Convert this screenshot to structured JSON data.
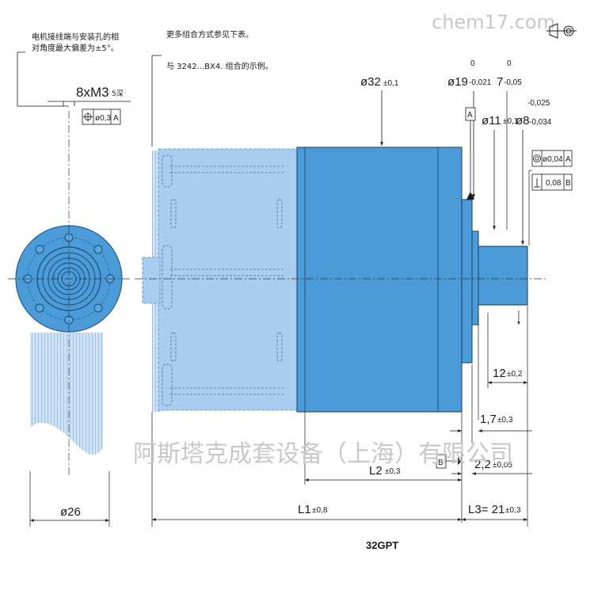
{
  "watermark_top": "chem17.com",
  "watermark_bottom": "阿斯塔克成套设备（上海）有限公司",
  "notes": {
    "left_line1": "电机接线端与安装孔的相",
    "left_line2": "对角度最大偏差为±5°。",
    "mid_line1": "更多组合方式参见下表。",
    "mid_line2": "与 3242...BX4. 组合的示例。"
  },
  "dimensions": {
    "holes_main": "8xM3",
    "holes_depth": "5深",
    "position_tol": "ø0,3",
    "datum_a": "A",
    "datum_b": "B",
    "body_diameter_main": "ø32",
    "body_diameter_tol": "±0,1",
    "pilot_diameter_main": "ø19",
    "pilot_tol_upper": "0",
    "pilot_tol_lower": "-0,021",
    "length7_main": "7",
    "length7_tol_upper": "0",
    "length7_tol_lower": "-0,05",
    "step_diameter_main": "ø11",
    "step_diameter_tol": "±0,1",
    "shaft_diameter_main": "ø8",
    "shaft_tol_upper": "-0,025",
    "shaft_tol_lower": "-0,034",
    "concentricity_value": "ø0,04",
    "perpendicularity_value": "0,08",
    "shaft_length_main": "12",
    "shaft_length_tol": "±0,2",
    "d17_main": "1,7",
    "d17_tol": "±0,3",
    "d22_main": "2,2",
    "d22_tol": "±0,05",
    "l2_main": "L2",
    "l2_tol": "±0,3",
    "l1_main": "L1",
    "l1_tol": "±0,8",
    "l3_main": "L3= 21",
    "l3_tol": "±0,3",
    "flange_diameter": "ø26",
    "model": "32GPT"
  },
  "icons": [
    "projection-symbol-icon",
    "position-symbol-icon",
    "concentricity-symbol-icon",
    "perpendicularity-symbol-icon"
  ],
  "colors": {
    "housing_blue": "#4a9bd8",
    "motor_blue_light": "#a9cdee",
    "line": "#1a1a1a"
  }
}
